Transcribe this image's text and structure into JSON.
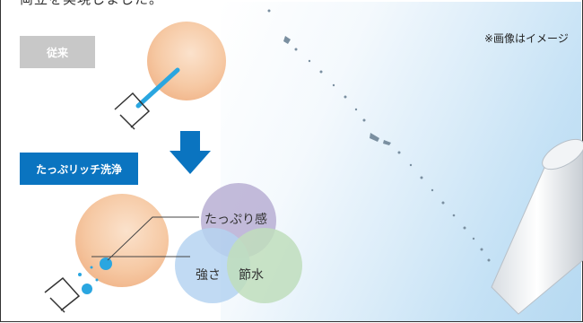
{
  "intro_text": "両立を実現しました。",
  "note": "※画像はイメージ",
  "labels": {
    "old": "従来",
    "new": "たっぷリッチ洗浄"
  },
  "venn": {
    "top": "たっぷり感",
    "left": "強さ",
    "right": "節水"
  },
  "colors": {
    "new_label_bg": "#0a74c0",
    "old_label_bg": "#c8c8c8",
    "arrow": "#0a74c0",
    "circle_top": "#b9b0d4",
    "circle_left": "#a9cdee",
    "circle_right": "#b7d9b2"
  }
}
